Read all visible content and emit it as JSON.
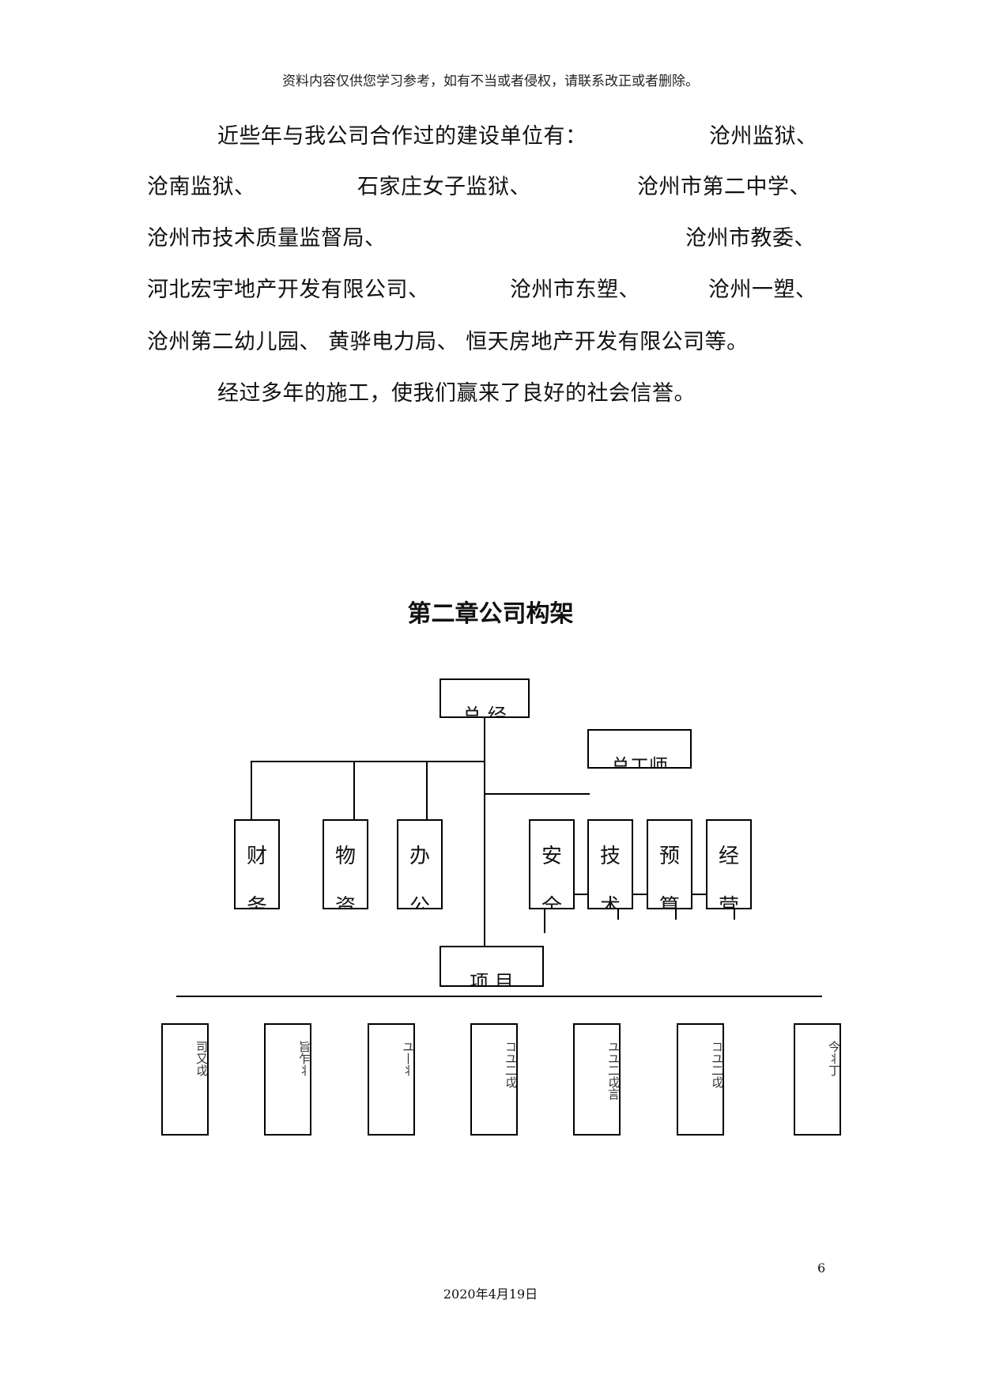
{
  "header": "资料内容仅供您学习参考，如有不当或者侵权，请联系改正或者删除。",
  "paragraph": {
    "line1_a": "近些年与我公司合作过的建设单位有：",
    "line1_b": "沧州监狱、",
    "line2_a": "沧南监狱、",
    "line2_b": "石家庄女子监狱、",
    "line2_c": "沧州市第二中学、",
    "line3_a": "沧州市技术质量监督局、",
    "line3_b": "沧州市教委、",
    "line4_a": "河北宏宇地产开发有限公司、",
    "line4_b": "沧州市东塑、",
    "line4_c": "沧州一塑、",
    "line5": "沧州第二幼儿园、 黄骅电力局、 恒天房地产开发有限公司等。",
    "line6": "经过多年的施工，使我们赢来了良好的社会信誉。"
  },
  "chapter_title": "第二章公司构架",
  "org_chart": {
    "general_manager": "总 经",
    "chief_engineer": "总工师",
    "dept_finance_1": "财",
    "dept_finance_2": "务",
    "dept_material_1": "物",
    "dept_material_2": "资",
    "dept_office_1": "办",
    "dept_office_2": "公",
    "dept_safety_1": "安",
    "dept_safety_2": "全",
    "dept_tech_1": "技",
    "dept_tech_2": "术",
    "dept_budget_1": "预",
    "dept_budget_2": "算",
    "dept_business_1": "经",
    "dept_business_2": "营",
    "project": "项 目",
    "sub_boxes": [
      "司又戉",
      "旨乍丬",
      "ユ丨丬",
      "コユ二戉",
      "ユユ二戉言",
      "コユ二戉",
      "今丬丁"
    ]
  },
  "page_number": "6",
  "footer_date": "2020年4月19日"
}
